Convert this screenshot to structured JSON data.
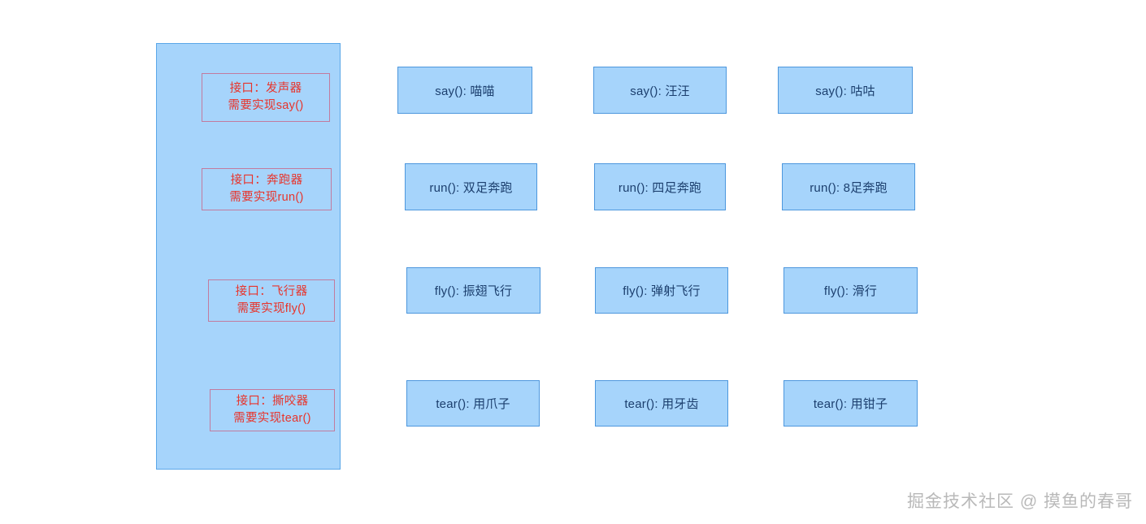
{
  "diagram": {
    "title": "",
    "colors": {
      "panel_fill": "#a6d4fb",
      "panel_border": "#5ba7e8",
      "spec_border": "#c27b9e",
      "spec_text": "#e8342b",
      "impl_fill": "#a6d4fb",
      "impl_border": "#4d97dd",
      "impl_text": "#1c3f6e",
      "watermark_text": "#b9b9b9",
      "background": "#ffffff"
    },
    "interface_panel": {
      "name": "interfaces-container",
      "specs": [
        {
          "line1": "接口：发声器",
          "line2": "需要实现say()"
        },
        {
          "line1": "接口：奔跑器",
          "line2": "需要实现run()"
        },
        {
          "line1": "接口：飞行器",
          "line2": "需要实现fly()"
        },
        {
          "line1": "接口：撕咬器",
          "line2": "需要实现tear()"
        }
      ]
    },
    "implementations": [
      {
        "method": "say",
        "items": [
          {
            "label": "say(): 喵喵"
          },
          {
            "label": "say(): 汪汪"
          },
          {
            "label": "say(): 咕咕"
          }
        ]
      },
      {
        "method": "run",
        "items": [
          {
            "label": "run(): 双足奔跑"
          },
          {
            "label": "run(): 四足奔跑"
          },
          {
            "label": "run(): 8足奔跑"
          }
        ]
      },
      {
        "method": "fly",
        "items": [
          {
            "label": "fly(): 振翅飞行"
          },
          {
            "label": "fly(): 弹射飞行"
          },
          {
            "label": "fly(): 滑行"
          }
        ]
      },
      {
        "method": "tear",
        "items": [
          {
            "label": "tear(): 用爪子"
          },
          {
            "label": "tear(): 用牙齿"
          },
          {
            "label": "tear(): 用钳子"
          }
        ]
      }
    ],
    "watermark": "掘金技术社区 @ 摸鱼的春哥"
  }
}
